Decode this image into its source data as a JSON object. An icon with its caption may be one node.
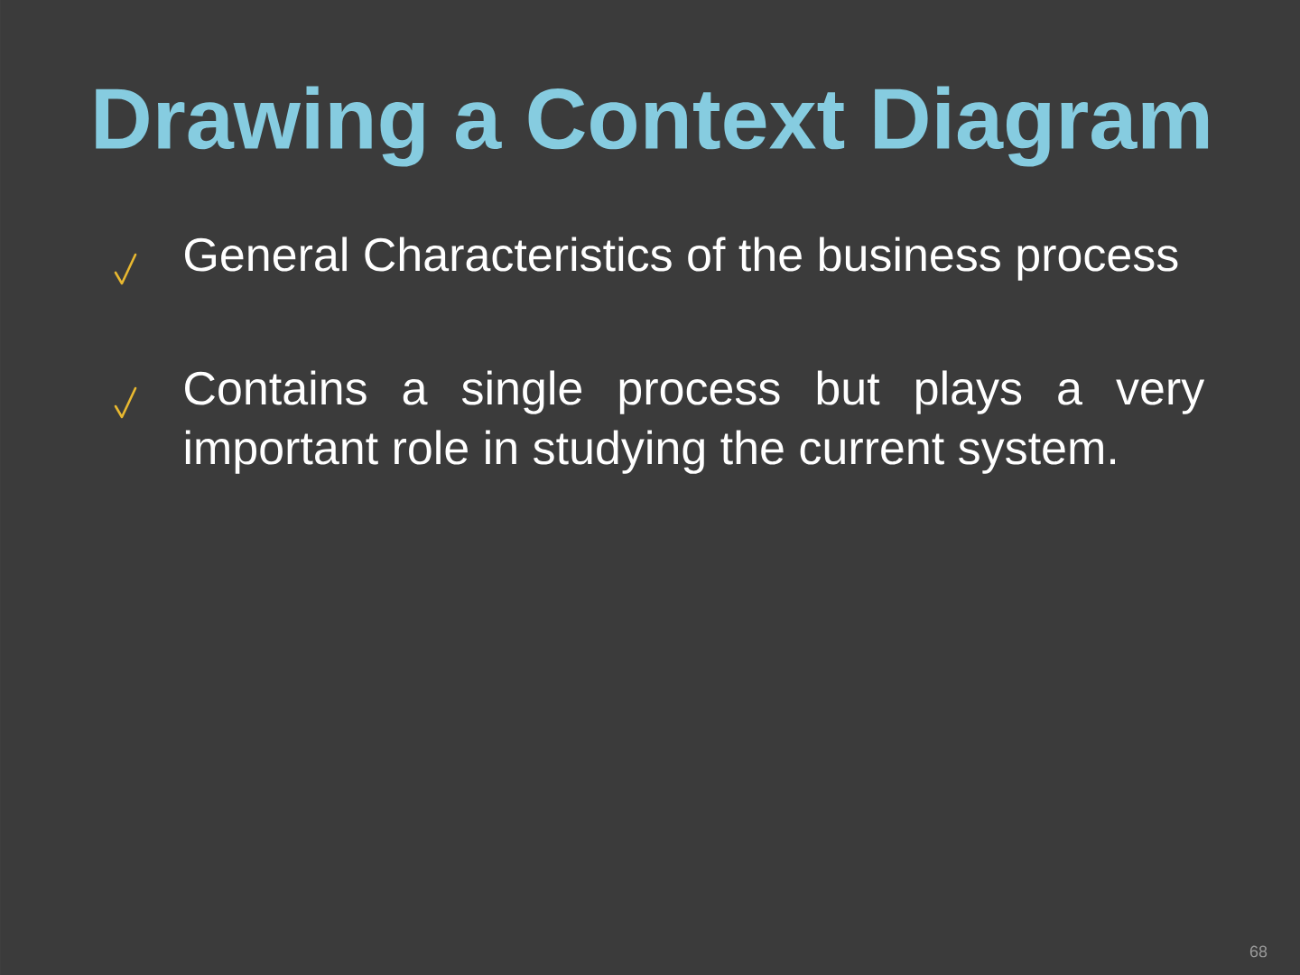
{
  "diagram": {
    "title": "Drawing a Context Diagram",
    "labels": [
      "General Characteristics of the business process",
      "Contains a single process but plays a very important role in studying the current system.",
      "68"
    ]
  }
}
